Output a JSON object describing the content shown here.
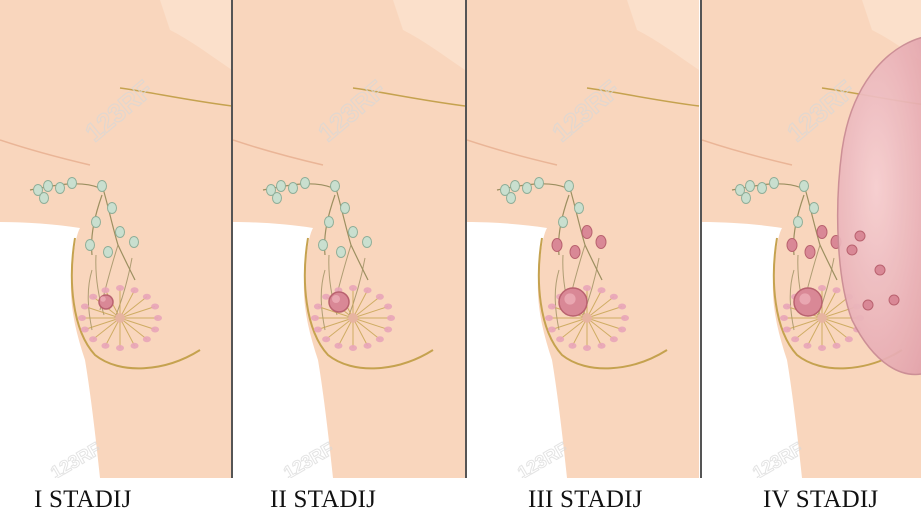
{
  "stages": [
    {
      "label": "I STADIJ",
      "tumor_size": "small",
      "nodes_affected": false,
      "metastasis": false
    },
    {
      "label": "II STADIJ",
      "tumor_size": "medium",
      "nodes_affected": false,
      "metastasis": false
    },
    {
      "label": "III STADIJ",
      "tumor_size": "large",
      "nodes_affected": true,
      "metastasis": false
    },
    {
      "label": "IV STADIJ",
      "tumor_size": "large",
      "nodes_affected": true,
      "metastasis": true
    }
  ],
  "colors": {
    "skin": "#f9d6bd",
    "skin_shadow": "#eab597",
    "outline": "#c5a24f",
    "node": "#c9dfcf",
    "node_stroke": "#8fae98",
    "vessel": "#9c8f60",
    "gland": "#e8a5b8",
    "tumor": "#d98896",
    "tumor_dark": "#b9626f",
    "lung": "#efbcc1",
    "panel_divider": "#444444",
    "watermark": "#d8d8d8"
  },
  "watermark_text": "123RF"
}
